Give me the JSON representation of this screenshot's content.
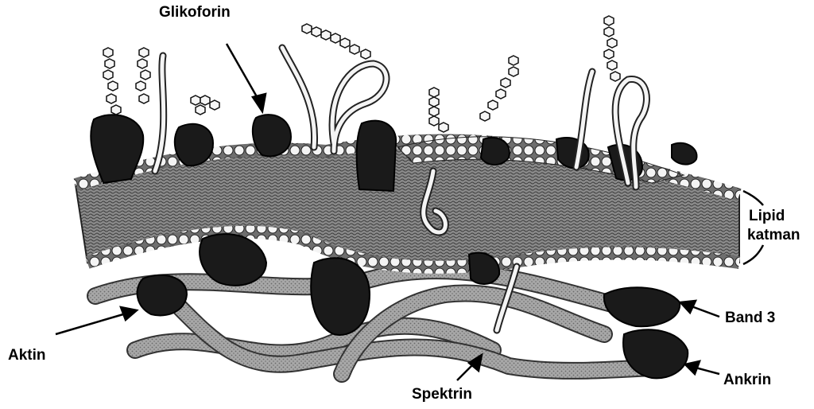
{
  "labels": {
    "glikoforin": "Glikoforin",
    "lipid_line1": "Lipid",
    "lipid_line2": "katman",
    "band3": "Band 3",
    "aktin": "Aktin",
    "ankrin": "Ankrin",
    "spektrin": "Spektrin"
  }
}
